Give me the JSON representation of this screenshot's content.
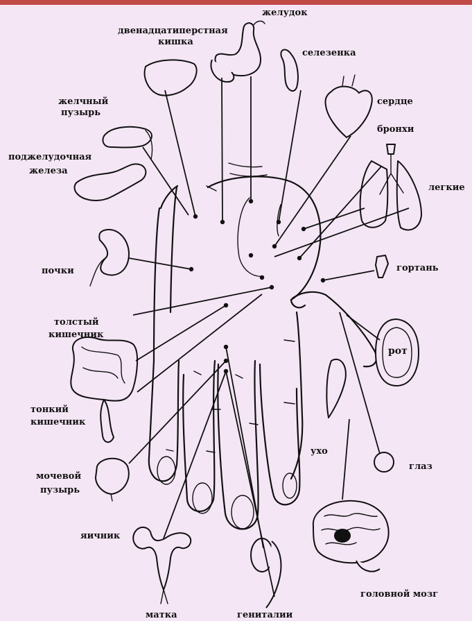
{
  "title": "",
  "labels": {
    "stomach": "желудок",
    "duodenum_1": "двенадцатиперстная",
    "duodenum_2": "кишка",
    "spleen": "селезенка",
    "gallbladder_1": "желчный",
    "gallbladder_2": "пузырь",
    "heart": "сердце",
    "bronchi": "бронхи",
    "pancreas_1": "поджелудочная",
    "pancreas_2": "железа",
    "lungs": "легкие",
    "kidneys": "почки",
    "larynx": "гортань",
    "large_intestine_1": "толстый",
    "large_intestine_2": "кишечник",
    "mouth": "рот",
    "small_intestine_1": "тонкий",
    "small_intestine_2": "кишечник",
    "ear": "ухо",
    "eye": "глаз",
    "bladder_1": "мочевой",
    "bladder_2": "пузырь",
    "ovary": "яичник",
    "brain": "головной мозг",
    "uterus": "матка",
    "genitals": "гениталии"
  },
  "colors": {
    "background": "#f5e6f5",
    "ink": "#111111",
    "top_border": "#c24a46"
  }
}
